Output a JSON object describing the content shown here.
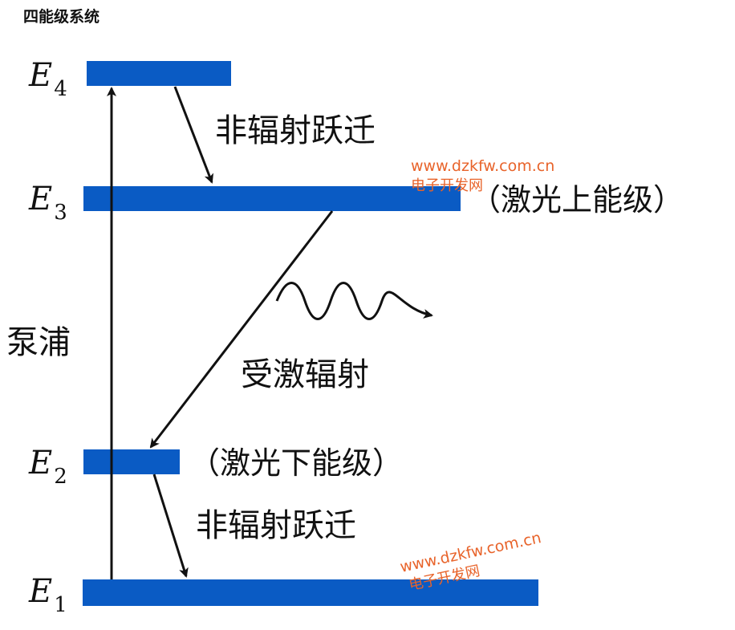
{
  "title": "四能级系统",
  "levels": [
    {
      "id": "E4",
      "letter": "E",
      "sub": "4"
    },
    {
      "id": "E3",
      "letter": "E",
      "sub": "3",
      "note": "（激光上能级）"
    },
    {
      "id": "E2",
      "letter": "E",
      "sub": "2",
      "note": "（激光下能级）"
    },
    {
      "id": "E1",
      "letter": "E",
      "sub": "1"
    }
  ],
  "labels": {
    "pump": "泵浦",
    "nonrad_top": "非辐射跃迁",
    "stimulated": "受激辐射",
    "nonrad_bottom": "非辐射跃迁"
  },
  "watermarks": [
    {
      "url": "www.dzkfw.com.cn",
      "name": "电子开发网"
    },
    {
      "url": "www.dzkfw.com.cn",
      "name": "电子开发网"
    }
  ],
  "colors": {
    "level_bar": "#0a5bc4",
    "arrow": "#111111",
    "watermark": "#e8632a"
  }
}
